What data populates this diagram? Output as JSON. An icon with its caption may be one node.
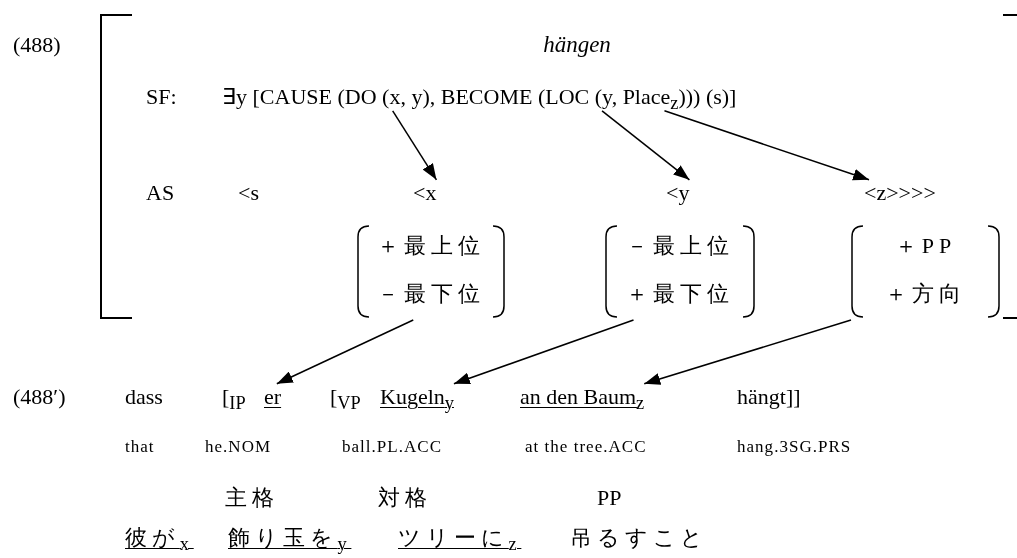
{
  "diagram": {
    "title": "hängen",
    "nodes": [
      {
        "text": [
          "x"
        ]
      },
      {
        "text": [
          "y"
        ]
      },
      {
        "text": [
          "Place$_{z}$"
        ]
      },
      {
        "text": [
          "<x"
        ]
      },
      {
        "text": [
          "<y"
        ]
      },
      {
        "text": [
          "<z>>>>"
        ]
      },
      {
        "text": [
          "＋最上位",
          "－最下位"
        ]
      },
      {
        "text": [
          "－最上位",
          "＋最下位"
        ]
      },
      {
        "text": [
          "＋PP",
          "＋方向"
        ]
      },
      {
        "text": [
          "er"
        ]
      },
      {
        "text": [
          "Kugeln$_{y}$"
        ]
      },
      {
        "text": [
          "an den Baum$_{z}$"
        ]
      }
    ],
    "edges": [
      {
        "from": 0,
        "to": 3,
        "arrow": "to"
      },
      {
        "from": 1,
        "to": 4,
        "arrow": "to"
      },
      {
        "from": 2,
        "to": 5,
        "arrow": "to"
      },
      {
        "from": 6,
        "to": 9,
        "arrow": "to"
      },
      {
        "from": 7,
        "to": 10,
        "arrow": "to"
      },
      {
        "from": 8,
        "to": 11,
        "arrow": "to"
      }
    ],
    "labels": [
      "(488)",
      "SF:",
      "∃y [CAUSE (DO (",
      ", y), BECOME (LOC (",
      ", ",
      "))) (s)]",
      "AS",
      "<s",
      "(488′)",
      "dass",
      "[$_{IP}$",
      "[$_{VP}$",
      "hängt]]",
      "that",
      "he.NOM",
      "ball.PL.ACC",
      "at the tree.ACC",
      "hang.3SG.PRS",
      "主格",
      "対格",
      "PP",
      "彼が$_{x}$",
      "飾り玉を$_{y}$",
      "ツリーに$_{z}$",
      "吊るすこと"
    ]
  }
}
